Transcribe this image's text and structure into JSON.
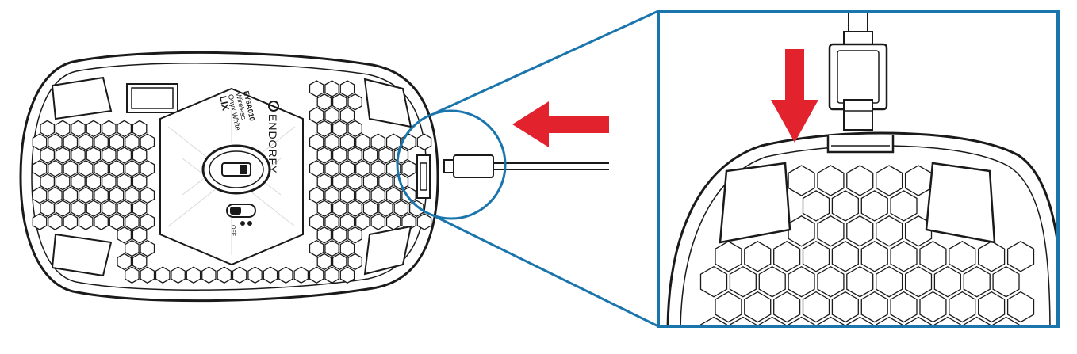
{
  "colors": {
    "accent_blue": "#1a75ad",
    "arrow_red": "#e2232e",
    "line": "#1a1a1a",
    "sticker_line": "#d9d9d9"
  },
  "label": {
    "brand": "ENDORFY",
    "model": "LIX",
    "variant_line1": "Onyx White",
    "variant_line2": "Wireless",
    "code": "EY6A010",
    "off": "OFF"
  },
  "icons": {
    "insert_arrow": "arrow-left-icon",
    "press_arrow": "arrow-down-icon",
    "connector": "usb-c-connector-icon"
  }
}
